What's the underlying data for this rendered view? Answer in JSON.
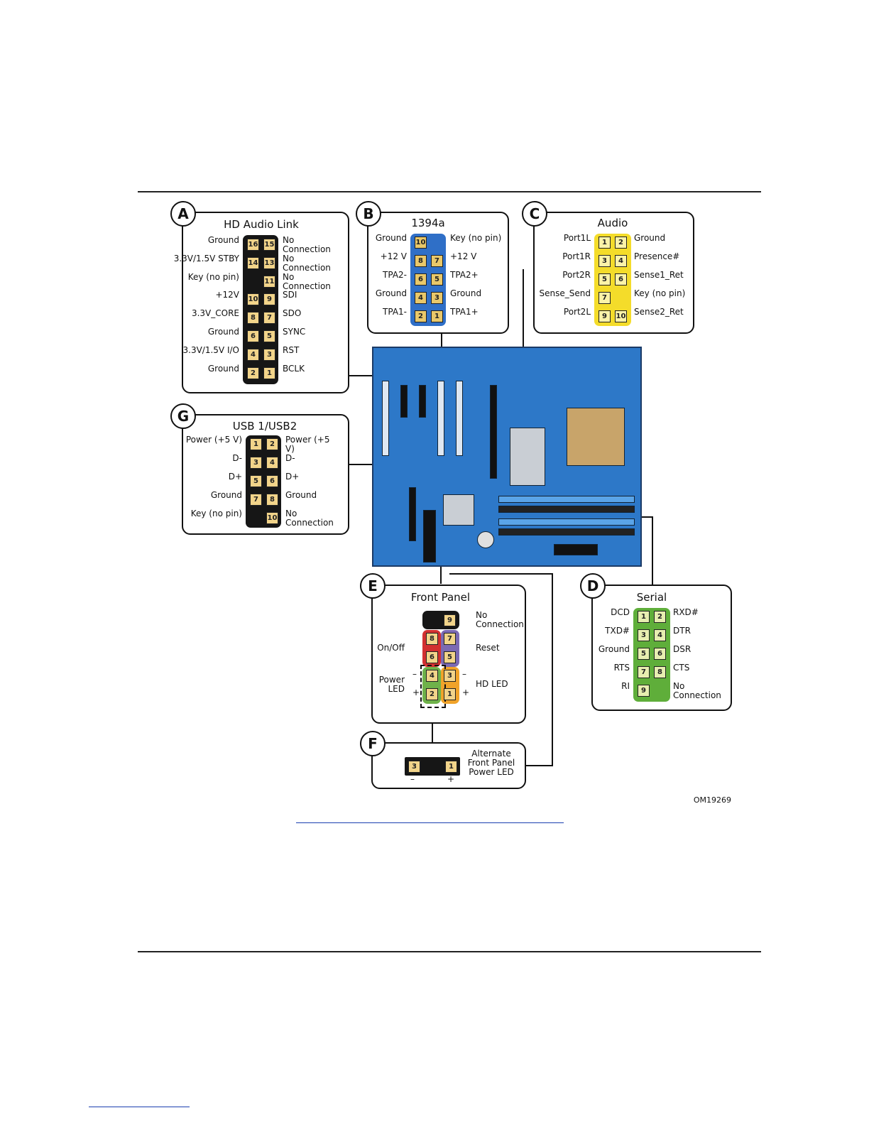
{
  "figure_code": "OM19269",
  "panels": {
    "A": {
      "letter": "A",
      "title": "HD Audio Link",
      "left": [
        "Ground",
        "3.3V/1.5V STBY",
        "Key (no pin)",
        "+12V",
        "3.3V_CORE",
        "Ground",
        "3.3V/1.5V I/O",
        "Ground"
      ],
      "left_pins": [
        "16",
        "14",
        "",
        "10",
        "8",
        "6",
        "4",
        "2"
      ],
      "right_pins": [
        "15",
        "13",
        "11",
        "9",
        "7",
        "5",
        "3",
        "1"
      ],
      "right": [
        "No Connection",
        "No Connection",
        "No Connection",
        "SDI",
        "SDO",
        "SYNC",
        "RST",
        "BCLK"
      ]
    },
    "B": {
      "letter": "B",
      "title": "1394a",
      "left": [
        "Ground",
        "+12 V",
        "TPA2-",
        "Ground",
        "TPA1-"
      ],
      "left_pins": [
        "10",
        "8",
        "6",
        "4",
        "2"
      ],
      "right_pins": [
        "",
        "7",
        "5",
        "3",
        "1"
      ],
      "right": [
        "Key (no pin)",
        "+12 V",
        "TPA2+",
        "Ground",
        "TPA1+"
      ]
    },
    "C": {
      "letter": "C",
      "title": "Audio",
      "left": [
        "Port1L",
        "Port1R",
        "Port2R",
        "Sense_Send",
        "Port2L"
      ],
      "left_pins": [
        "1",
        "3",
        "5",
        "7",
        "9"
      ],
      "right_pins": [
        "2",
        "4",
        "6",
        "",
        "10"
      ],
      "right": [
        "Ground",
        "Presence#",
        "Sense1_Ret",
        "Key (no pin)",
        "Sense2_Ret"
      ]
    },
    "G": {
      "letter": "G",
      "title": "USB 1/USB2",
      "left": [
        "Power (+5 V)",
        "D-",
        "D+",
        "Ground",
        "Key (no pin)"
      ],
      "left_pins": [
        "1",
        "3",
        "5",
        "7",
        ""
      ],
      "right_pins": [
        "2",
        "4",
        "6",
        "8",
        "10"
      ],
      "right": [
        "Power (+5 V)",
        "D-",
        "D+",
        "Ground",
        "No Connection"
      ]
    },
    "D": {
      "letter": "D",
      "title": "Serial",
      "left": [
        "DCD",
        "TXD#",
        "Ground",
        "RTS",
        "RI"
      ],
      "left_pins": [
        "1",
        "3",
        "5",
        "7",
        "9"
      ],
      "right_pins": [
        "2",
        "4",
        "6",
        "8",
        ""
      ],
      "right": [
        "RXD#",
        "DTR",
        "DSR",
        "CTS",
        "No Connection"
      ]
    },
    "E": {
      "letter": "E",
      "title": "Front Panel",
      "left_pins": [
        "",
        "8",
        "6",
        "4",
        "2"
      ],
      "right_pins": [
        "9",
        "7",
        "5",
        "3",
        "1"
      ],
      "no_connection": "No Connection",
      "on_off": "On/Off",
      "reset": "Reset",
      "power_led": "Power LED",
      "hd_led": "HD LED",
      "minus": "–",
      "plus": "+"
    },
    "F": {
      "letter": "F",
      "pins": [
        "3",
        "1"
      ],
      "minus": "–",
      "plus": "+",
      "label": "Alternate Front Panel Power LED"
    }
  }
}
